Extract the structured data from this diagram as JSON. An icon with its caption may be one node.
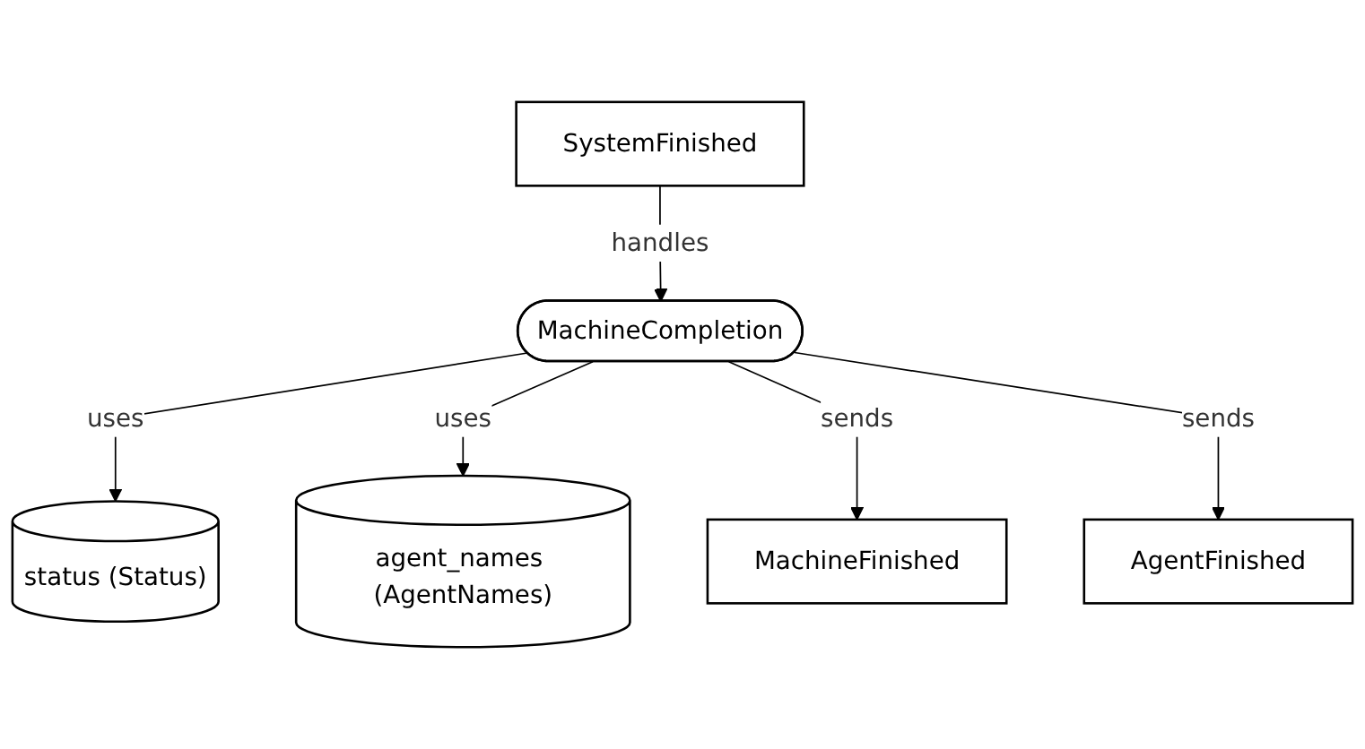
{
  "diagram": {
    "nodes": [
      {
        "text": [
          "SystemFinished"
        ]
      },
      {
        "text": [
          "status (Status)"
        ]
      },
      {
        "text": [
          "MachineCompletion"
        ]
      },
      {
        "text": [
          "agent_names (AgentNames)"
        ]
      },
      {
        "text": [
          "MachineFinished"
        ]
      },
      {
        "text": [
          "AgentFinished"
        ]
      }
    ],
    "edges": [
      {
        "from": 0,
        "to": 2,
        "arrow": "to",
        "label": "handles"
      },
      {
        "from": 2,
        "to": 1,
        "arrow": "to",
        "label": "uses"
      },
      {
        "from": 2,
        "to": 3,
        "arrow": "to",
        "label": "uses"
      },
      {
        "from": 2,
        "to": 4,
        "arrow": "to",
        "label": "sends"
      },
      {
        "from": 2,
        "to": 5,
        "arrow": "to",
        "label": "sends"
      }
    ]
  }
}
